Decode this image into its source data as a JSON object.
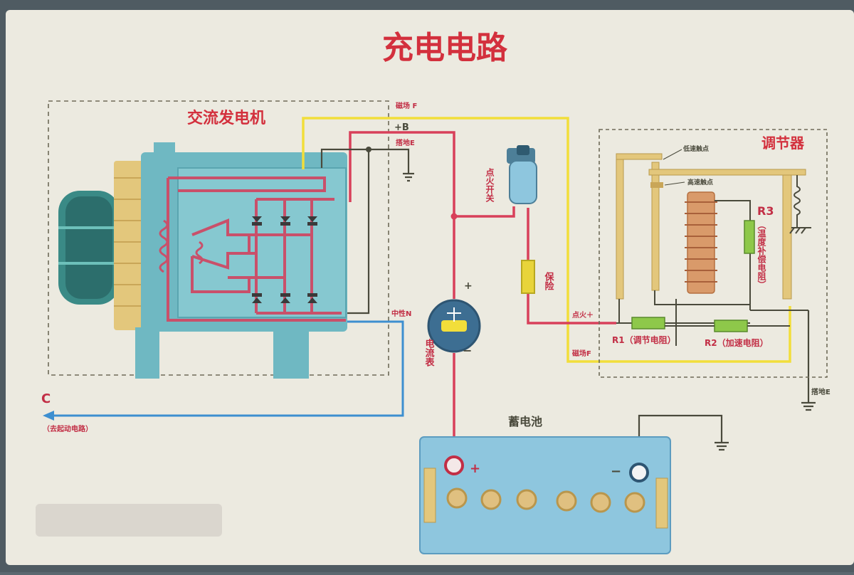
{
  "title": "充电电路",
  "labels": {
    "alternator": "交流发电机",
    "regulator": "调节器",
    "field_f": "磁场 F",
    "terminal_b": "+B",
    "ground_e": "搭地E",
    "neutral_n": "中性N",
    "ignition_switch": "点火开关",
    "fuse": "保险",
    "ammeter": "电流表",
    "plus": "+",
    "minus": "−",
    "battery": "蓄电池",
    "low_contact": "低速触点",
    "high_contact": "高速触点",
    "r3": "R3",
    "r3_desc": "（温度补偿电阻）",
    "r1": "R1（调节电阻）",
    "r2": "R2（加速电阻）",
    "ignition_plus": "点火＋",
    "field_f2": "磁场F",
    "ground_e2": "搭地E",
    "c": "C",
    "to_starter": "（去起动电路）"
  },
  "colors": {
    "title": "#d3303d",
    "wire_red": "#d8405a",
    "wire_yellow": "#f2de3a",
    "wire_blue": "#3d8fd0",
    "wire_dark": "#4a4a3c",
    "machine": "#6fb8c2",
    "board": "#eceae0"
  }
}
